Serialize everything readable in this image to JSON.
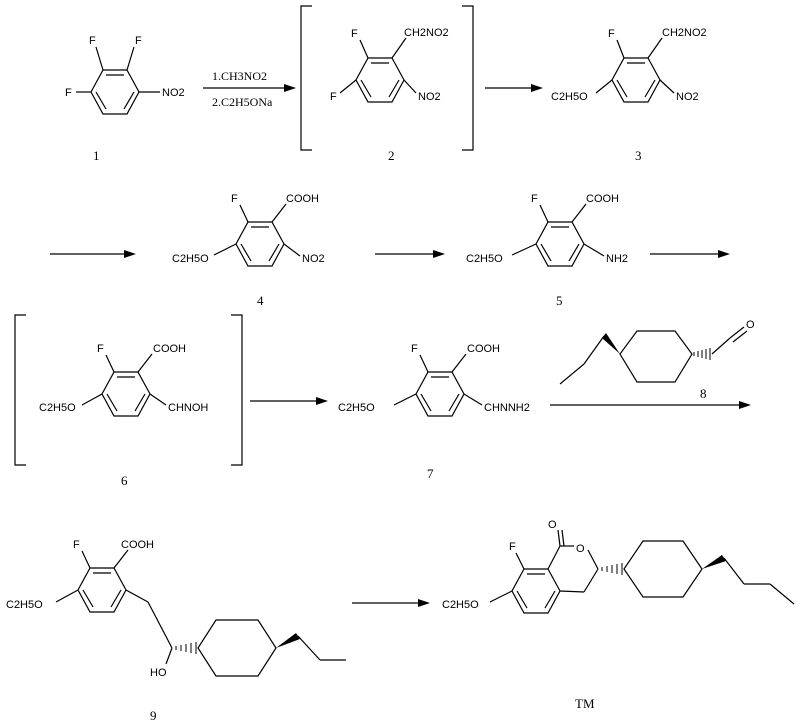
{
  "compounds": {
    "c1": {
      "number": "1",
      "f1": "F",
      "f2": "F",
      "f3": "F",
      "no2": "NO2"
    },
    "c2": {
      "number": "2",
      "f1": "F",
      "f2": "F",
      "ch2no2": "CH2NO2",
      "no2": "NO2"
    },
    "c3": {
      "number": "3",
      "f": "F",
      "ch2no2": "CH2NO2",
      "no2": "NO2",
      "oet": "C2H5O"
    },
    "c4": {
      "number": "4",
      "f": "F",
      "cooh": "COOH",
      "no2": "NO2",
      "oet": "C2H5O"
    },
    "c5": {
      "number": "5",
      "f": "F",
      "cooh": "COOH",
      "nh2": "NH2",
      "oet": "C2H5O"
    },
    "c6": {
      "number": "6",
      "f": "F",
      "cooh": "COOH",
      "chnoh": "CHNOH",
      "oet": "C2H5O"
    },
    "c7": {
      "number": "7",
      "f": "F",
      "cooh": "COOH",
      "chnnh2": "CHNNH2",
      "oet": "C2H5O"
    },
    "c8": {
      "number": "8",
      "o": "O"
    },
    "c9": {
      "number": "9",
      "f": "F",
      "cooh": "COOH",
      "oet": "C2H5O",
      "ho": "HO"
    },
    "tm": {
      "number": "TM",
      "f": "F",
      "o_ring": "O",
      "o_carbonyl": "O",
      "oet": "C2H5O"
    }
  },
  "reagents": {
    "step1_line1": "1.CH3NO2",
    "step1_line2": "2.C2H5ONa"
  }
}
